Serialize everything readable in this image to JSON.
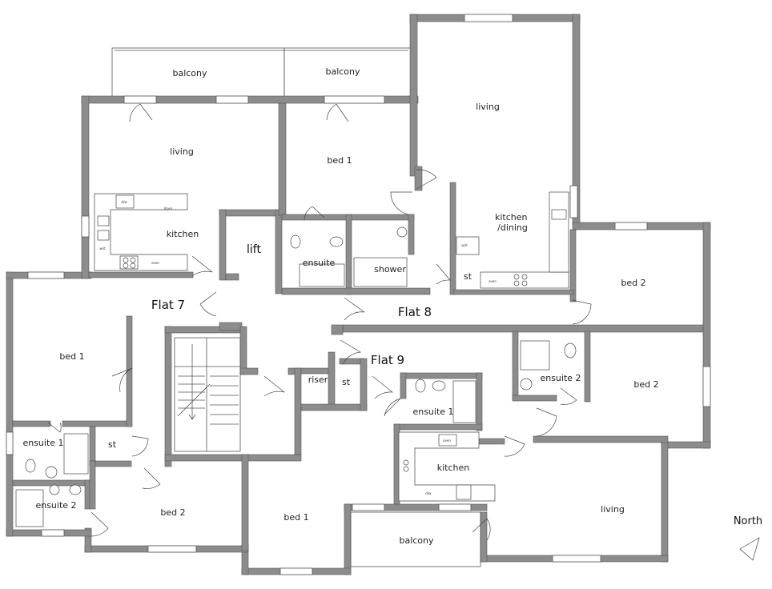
{
  "flats": {
    "flat7": "Flat 7",
    "flat8": "Flat 8",
    "flat9": "Flat 9"
  },
  "core": {
    "lift": "lift",
    "riser": "riser",
    "st": "st"
  },
  "rooms": {
    "flat7_balcony": "balcony",
    "flat7_living": "living",
    "flat7_kitchen": "kitchen",
    "flat7_bed1": "bed 1",
    "flat7_ensuite1": "ensuite 1",
    "flat7_ensuite2": "ensuite 2",
    "flat7_st": "st",
    "flat7_bed2": "bed 2",
    "flat8_balcony": "balcony",
    "flat8_bed1": "bed 1",
    "flat8_ensuite": "ensuite",
    "flat8_shower": "shower",
    "flat8_living": "living",
    "flat8_kitchen": "kitchen\n/dining",
    "flat8_st": "st",
    "flat8_bed2": "bed 2",
    "flat9_ensuite1": "ensuite 1",
    "flat9_ensuite2": "ensuite 2",
    "flat9_bed2": "bed 2",
    "flat9_kitchen": "kitchen",
    "flat9_living": "living",
    "flat9_bed1": "bed 1",
    "flat9_balcony": "balcony"
  },
  "appliance_labels": {
    "d_w": "d/w",
    "w_d": "w/d",
    "oven": "oven",
    "dryer": "dryer"
  },
  "compass": {
    "label": "North"
  },
  "colors": {
    "wall": "#8c8c8c",
    "line": "#555555",
    "background": "#ffffff"
  }
}
